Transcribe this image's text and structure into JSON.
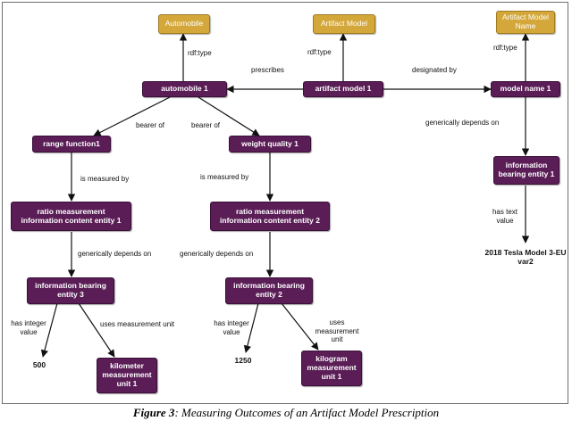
{
  "nodes": {
    "automobile_class": "Automobile",
    "artifact_model_class": "Artifact Model",
    "artifact_model_name_class": "Artifact Model Name",
    "automobile_1": "automobile 1",
    "artifact_model_1": "artifact model 1",
    "model_name_1": "model name 1",
    "range_function1": "range function1",
    "weight_quality_1": "weight quality 1",
    "ibe_1": "information bearing entity 1",
    "ratio_mice_1": "ratio measurement information content entity 1",
    "ratio_mice_2": "ratio measurement information content entity 2",
    "ibe_3": "information bearing entity 3",
    "ibe_2": "information bearing entity 2",
    "km_unit": "kilometer measurement unit 1",
    "kg_unit": "kilogram measurement unit 1",
    "lit_500": "500",
    "lit_1250": "1250",
    "lit_tesla": "2018 Tesla Model 3-EU var2"
  },
  "edges": {
    "rdf_type_auto": "rdf:type",
    "rdf_type_model": "rdf:type",
    "rdf_type_name": "rdf:type",
    "prescribes": "prescribes",
    "designated_by": "designated by",
    "bearer_of_1": "bearer of",
    "bearer_of_2": "bearer of",
    "generically_depends_on_1": "generically depends on",
    "is_measured_by_1": "is measured by",
    "is_measured_by_2": "is measured by",
    "has_text_value": "has text value",
    "generically_depends_on_2": "generically depends on",
    "generically_depends_on_3": "generically depends on",
    "has_integer_value_1": "has integer value",
    "uses_measurement_unit_1": "uses measurement unit",
    "has_integer_value_2": "has integer value",
    "uses_measurement_unit_2": "uses measurement unit"
  },
  "caption": {
    "figure": "Figure 3",
    "text": ": Measuring Outcomes of an Artifact Model Prescription"
  },
  "colors": {
    "instance_fill": "#5a1d56",
    "class_fill": "#d4a73a",
    "edge": "#111111"
  }
}
